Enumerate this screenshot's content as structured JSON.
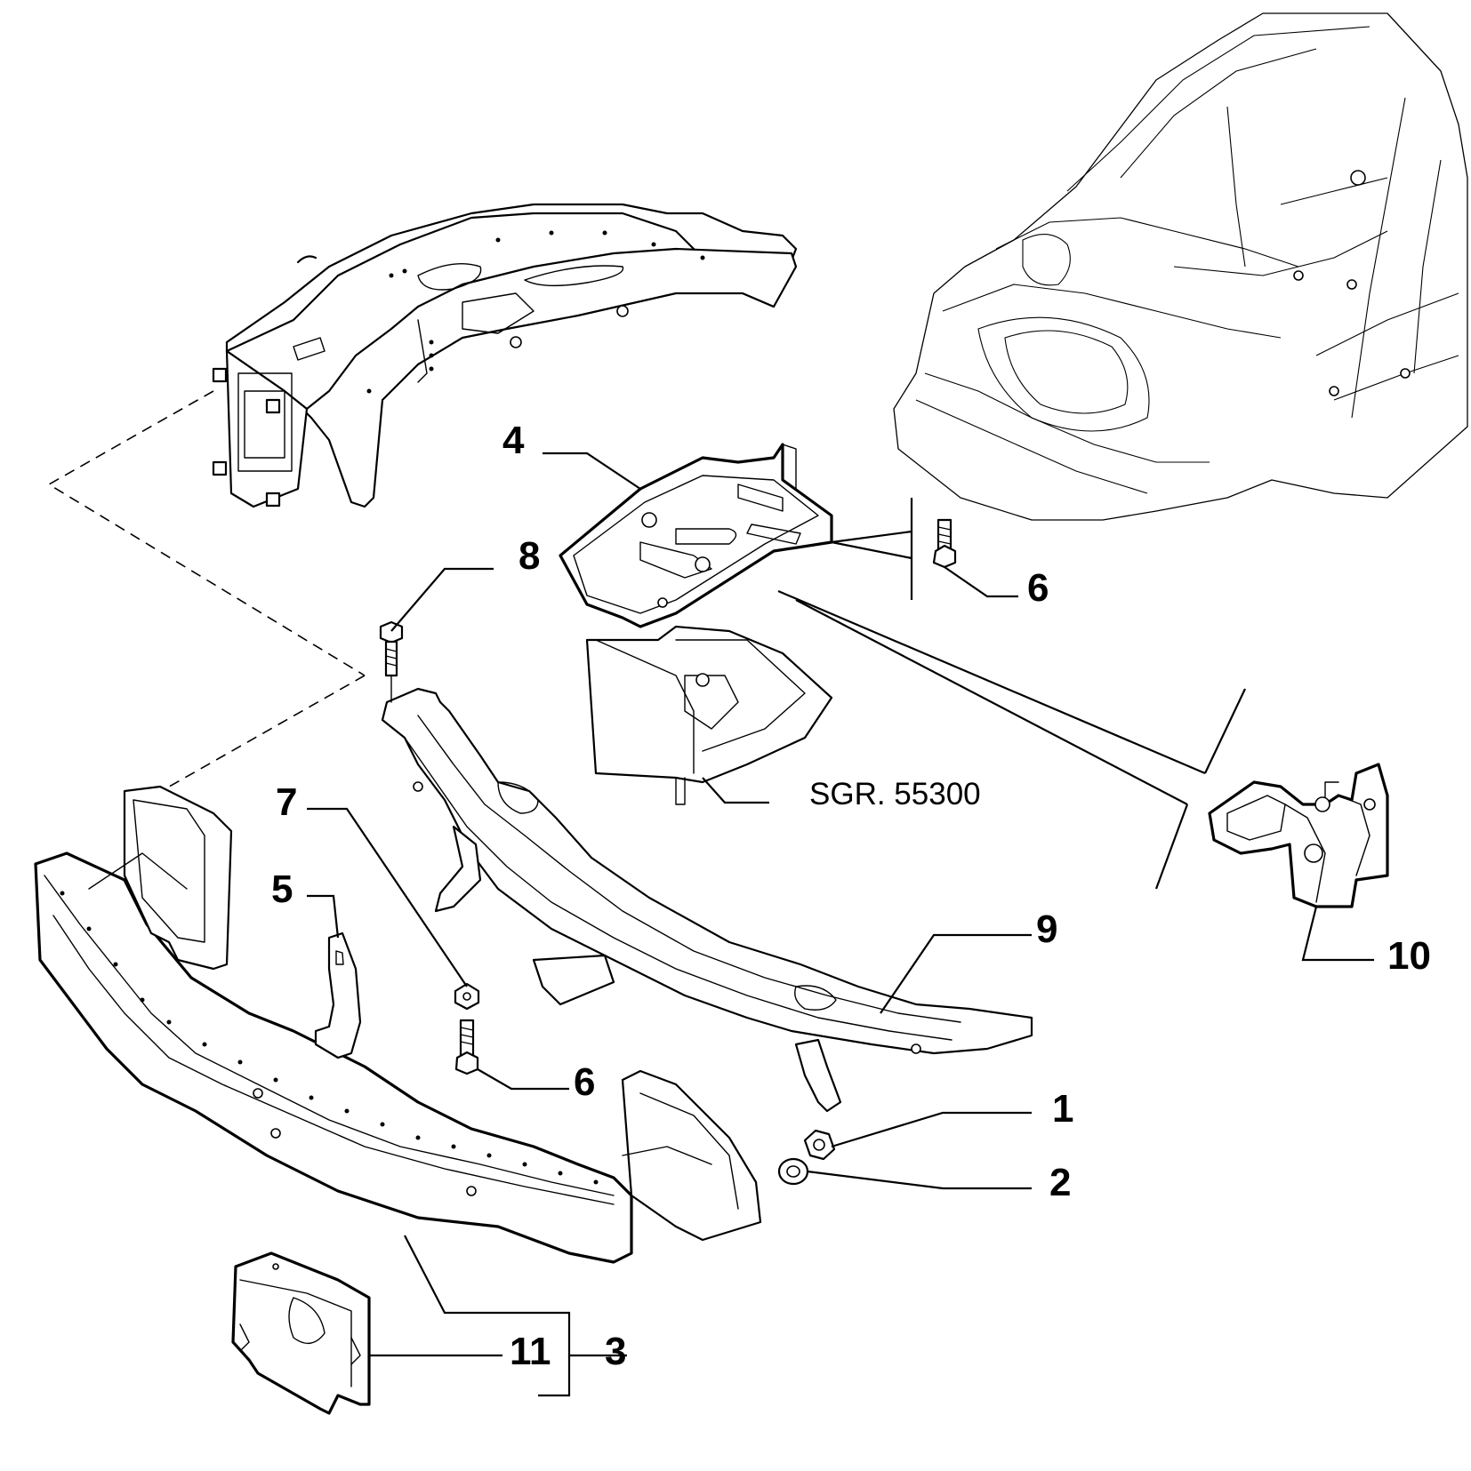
{
  "callouts": {
    "c1": "1",
    "c2": "2",
    "c3": "3",
    "c4": "4",
    "c5": "5",
    "c6a": "6",
    "c6b": "6",
    "c7": "7",
    "c8": "8",
    "c9": "9",
    "c10": "10",
    "c11": "11"
  },
  "reference": {
    "sgr": "SGR. 55300"
  }
}
